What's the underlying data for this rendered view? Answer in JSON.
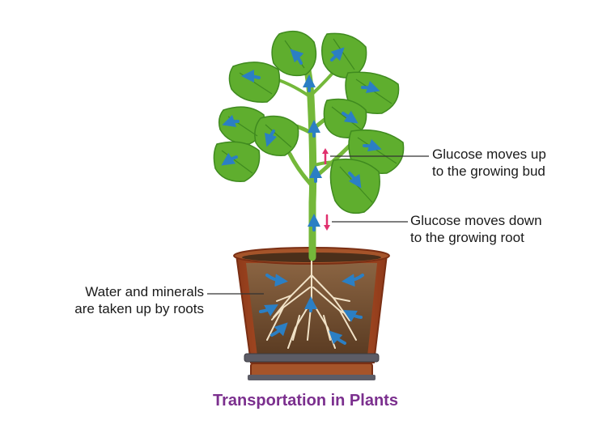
{
  "labels": {
    "bud": {
      "line1": "Glucose moves up",
      "line2": "to the growing bud"
    },
    "root": {
      "line1": "Glucose moves down",
      "line2": "to the growing root"
    },
    "water": {
      "line1": "Water and minerals",
      "line2": "are taken up by roots"
    }
  },
  "caption": "Transportation in Plants",
  "colors": {
    "leaf": "#5fae2e",
    "leaf_dark": "#3f8a1f",
    "stem": "#74b83a",
    "arrow_blue": "#2b7fc4",
    "arrow_pink": "#e0306e",
    "soil": "#6b4a2f",
    "pot": "#b8532a",
    "caption": "#7b2f8e"
  }
}
